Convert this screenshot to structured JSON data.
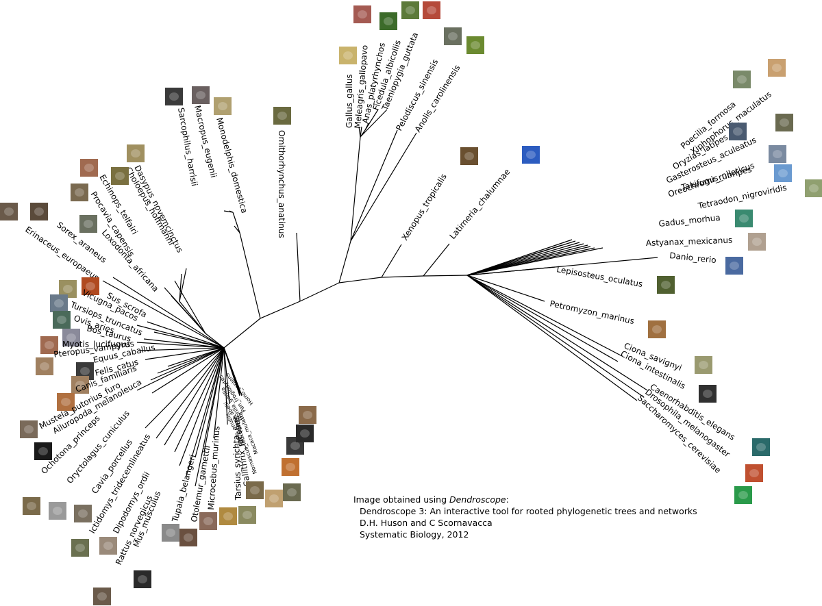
{
  "credit": {
    "prefix": "Image obtained using ",
    "tool": "Dendroscope",
    "suffix": ":",
    "citation_title": "Dendroscope 3: An interactive tool for rooted phylogenetic trees and networks",
    "authors": "D.H. Huson and C Scornavacca",
    "journal": "Systematic Biology, 2012"
  },
  "taxa": [
    "Gallus_gallus",
    "Meleagris_gallopavo",
    "Anas_platyrhynchos",
    "Ficedula_albicollis",
    "Taeniopygia_guttata",
    "Pelodiscus_sinensis",
    "Anolis_carolinensis",
    "Xenopus_tropicalis",
    "Latimeria_chalumnae",
    "Poecilia_formosa",
    "Xiphophorus_maculatus",
    "Oryzias_latipes",
    "Gasterosteus_aculeatus",
    "Oreochromis_niloticus",
    "Takifugu_rubripes",
    "Tetraodon_nigroviridis",
    "Gadus_morhua",
    "Astyanax_mexicanus",
    "Danio_rerio",
    "Lepisosteus_oculatus",
    "Petromyzon_marinus",
    "Ciona_savignyi",
    "Ciona_intestinalis",
    "Caenorhabditis_elegans",
    "Drosophila_melanogaster",
    "Saccharomyces_cerevisiae",
    "Ornithorhynchus_anatinus",
    "Monodelphis_domestica",
    "Macropus_eugenii",
    "Sarcophilus_harrisii",
    "Dasypus_novemcinctus",
    "Choloepus_hoffmanni",
    "Echinops_telfairi",
    "Procavia_capensis",
    "Loxodonta_africana",
    "Sorex_araneus",
    "Erinaceus_europaeus",
    "Sus_scrofa",
    "Vicugna_pacos",
    "Tursiops_truncatus",
    "Ovis_aries",
    "Bos_taurus",
    "Myotis_lucifugus",
    "Pteropus_vampyrus",
    "Equus_caballus",
    "Felis_catus",
    "Canis_familiaris",
    "Mustela_putorius_furo",
    "Ailuropoda_melanoleuca",
    "Ochotona_princeps",
    "Oryctolagus_cuniculus",
    "Cavia_porcellus",
    "Ictidomys_tridecemlineatus",
    "Dipodomys_ordii",
    "Rattus_norvegicus",
    "Mus_musculus",
    "Tupaia_belangeri",
    "Otolemur_garnettii",
    "Microcebus_murinus",
    "Tarsius_syrichta",
    "Callithrix_jacchus",
    "Nomascus_leucogenys",
    "Macaca_mulatta",
    "Papio_anubis",
    "Pongo_abelii",
    "Gorilla_gorilla",
    "Pan_troglodytes",
    "Homo_sapiens"
  ]
}
